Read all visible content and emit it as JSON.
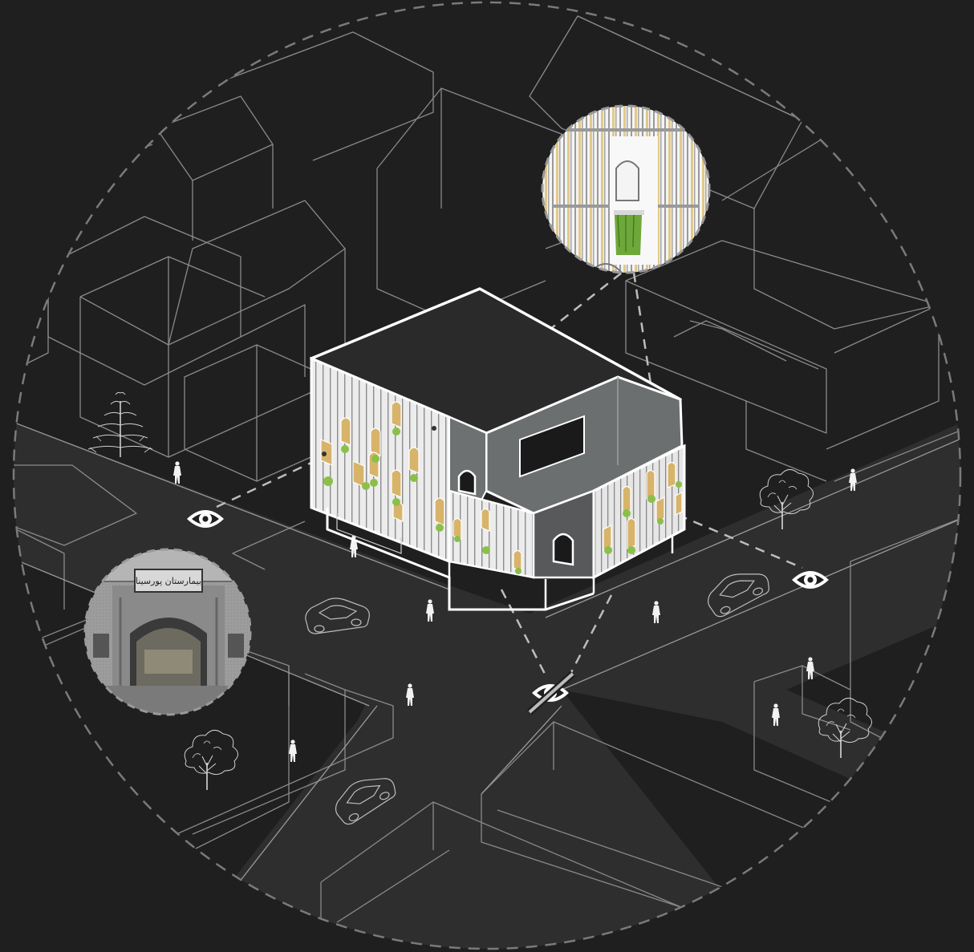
{
  "diagram": {
    "historic_photo": {
      "sign_text": "بیمارستان پورسینا"
    },
    "viewpoints": [
      {
        "name": "viewpoint-west",
        "visibility": "visible"
      },
      {
        "name": "viewpoint-east",
        "visibility": "visible"
      },
      {
        "name": "viewpoint-south",
        "visibility": "blocked"
      }
    ],
    "colors": {
      "background": "#1f1f1f",
      "street": "#2e2e2e",
      "block_line": "#8a8a8a",
      "dashed_boundary": "#7a7a7a",
      "building_roof": "#2a2a2a",
      "building_wall": "#6c6f70",
      "facade_panel": "#f2f2f2",
      "window_wood": "#d8b46a",
      "plants": "#8bbf4a"
    },
    "icons": [
      "eye-icon",
      "eye-slash-icon",
      "tree-icon",
      "pedestrian-icon",
      "car-icon"
    ]
  }
}
